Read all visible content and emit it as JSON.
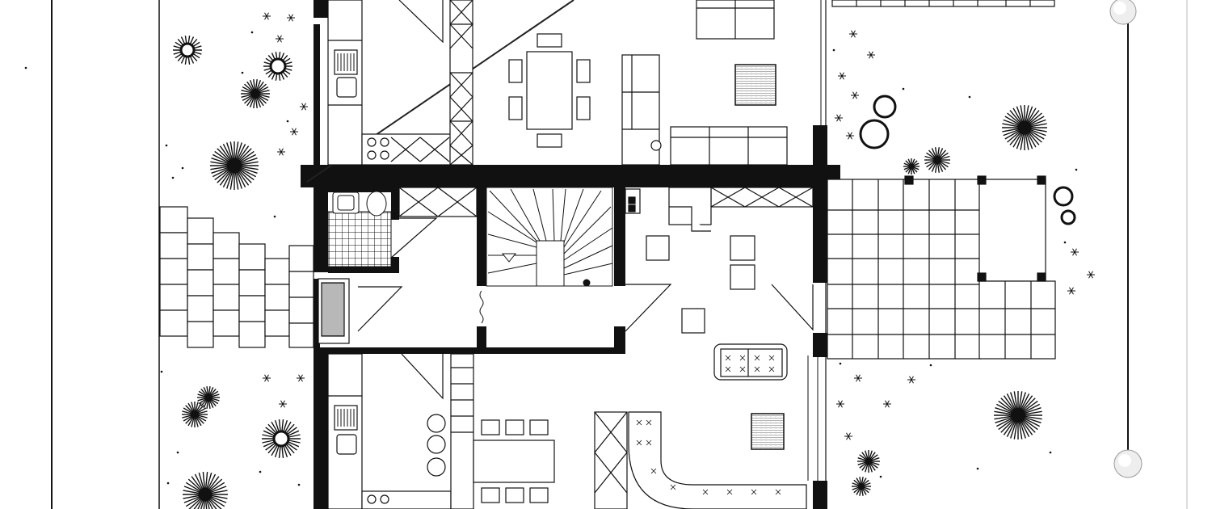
{
  "drawing": {
    "kind": "architectural floor plan (scan, no printed text)",
    "line_color": "#111111",
    "paper_color": "#ffffff"
  },
  "rooms": [
    {
      "id": "kitchen-upper",
      "label": ""
    },
    {
      "id": "dining-upper",
      "label": ""
    },
    {
      "id": "living-upper",
      "label": ""
    },
    {
      "id": "bathroom",
      "label": ""
    },
    {
      "id": "stairwell",
      "label": ""
    },
    {
      "id": "hallway",
      "label": ""
    },
    {
      "id": "living-lower",
      "label": ""
    },
    {
      "id": "kitchen-lower",
      "label": ""
    },
    {
      "id": "terrace-right",
      "label": ""
    },
    {
      "id": "terrace-left",
      "label": ""
    }
  ],
  "icons": [
    "tree-icon",
    "shrub-icon",
    "door-swing-icon",
    "staircase-icon",
    "sofa-icon",
    "dining-table-icon",
    "stove-icon",
    "sink-icon",
    "toilet-icon",
    "pin-icon"
  ]
}
